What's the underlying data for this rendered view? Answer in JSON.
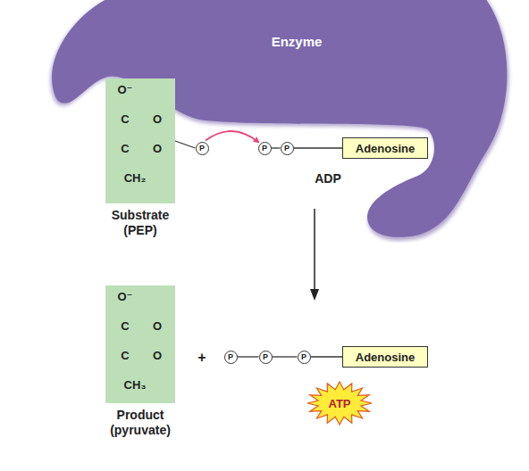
{
  "diagram": {
    "nodes": [
      {
        "text": [
          "Enzyme"
        ]
      },
      {
        "text": [
          "O⁻",
          "C",
          "O",
          "C",
          "O",
          "CH₂",
          "Substrate (PEP)"
        ]
      },
      {
        "text": [
          "P"
        ]
      },
      {
        "text": [
          "P"
        ]
      },
      {
        "text": [
          "P"
        ]
      },
      {
        "text": [
          "Adenosine"
        ]
      },
      {
        "text": [
          "O⁻",
          "C",
          "O",
          "C",
          "O",
          "CH₃",
          "Product (pyruvate)"
        ]
      },
      {
        "text": [
          "P"
        ]
      },
      {
        "text": [
          "P"
        ]
      },
      {
        "text": [
          "P"
        ]
      },
      {
        "text": [
          "Adenosine"
        ]
      },
      {
        "text": [
          "ATP"
        ]
      }
    ],
    "edges": [
      {
        "from": 2,
        "to": 3,
        "arrow": "to"
      },
      {
        "from": 1,
        "to": 2,
        "arrow": "none"
      },
      {
        "from": 3,
        "to": 4,
        "arrow": "none"
      },
      {
        "from": 4,
        "to": 5,
        "arrow": "none"
      },
      {
        "from": 7,
        "to": 8,
        "arrow": "none"
      },
      {
        "from": 8,
        "to": 9,
        "arrow": "none"
      },
      {
        "from": 9,
        "to": 10,
        "arrow": "none"
      }
    ],
    "labels": [
      "ADP",
      "+"
    ]
  }
}
